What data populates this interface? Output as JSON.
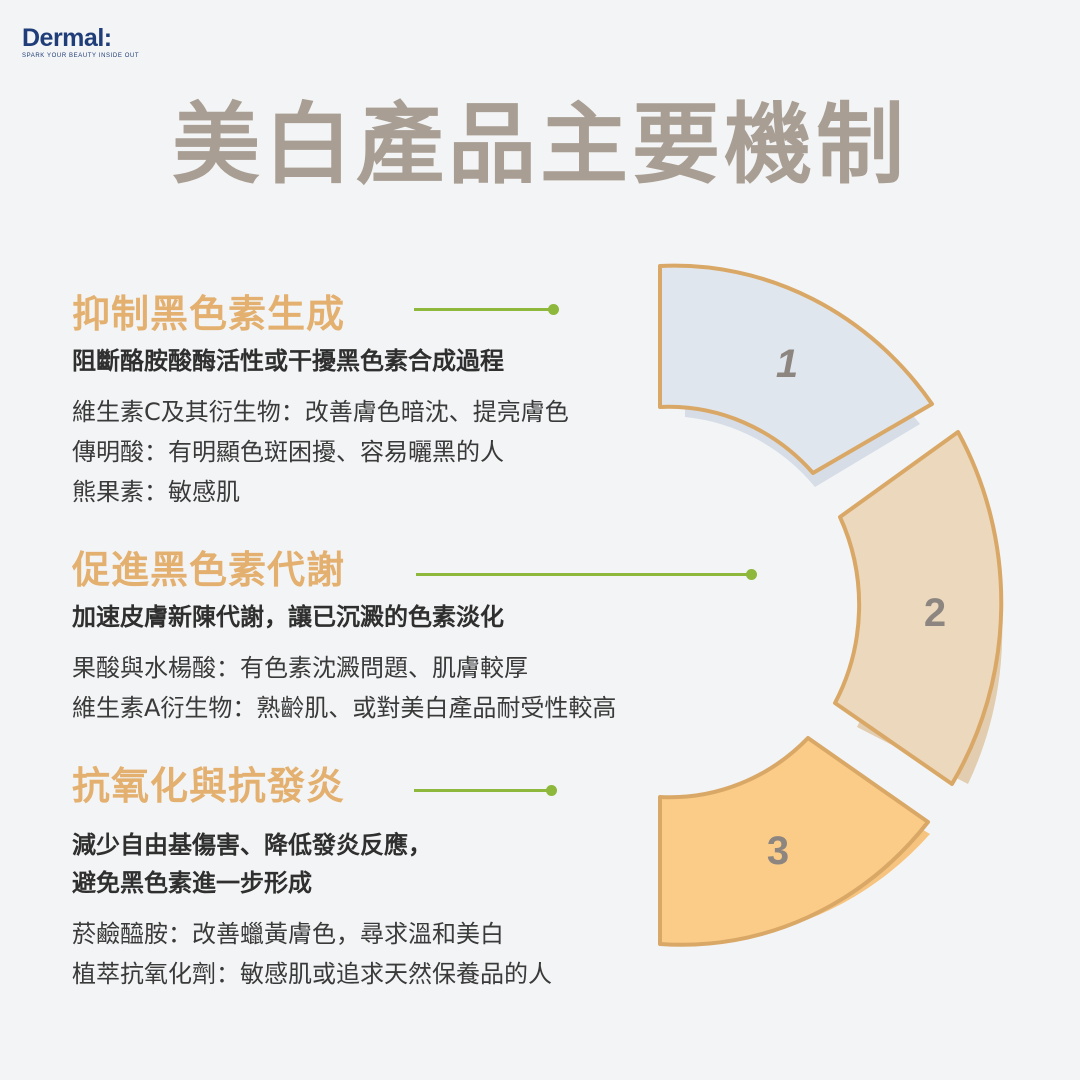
{
  "brand": {
    "name": "Dermal:",
    "tagline": "SPARK YOUR BEAUTY INSIDE OUT"
  },
  "title": "美白產品主要機制",
  "sections": [
    {
      "number": "1",
      "heading": "抑制黑色素生成",
      "subheading": [
        "阻斷酪胺酸酶活性或干擾黑色素合成過程"
      ],
      "items": [
        "維生素C及其衍生物：改善膚色暗沈、提亮膚色",
        "傳明酸：有明顯色斑困擾、容易曬黑的人",
        "熊果素：敏感肌"
      ],
      "segment_color": "#e0e6ee"
    },
    {
      "number": "2",
      "heading": "促進黑色素代謝",
      "subheading": [
        "加速皮膚新陳代謝，讓已沉澱的色素淡化"
      ],
      "items": [
        "果酸與水楊酸：有色素沈澱問題、肌膚較厚",
        "維生素A衍生物：熟齡肌、或對美白產品耐受性較高"
      ],
      "segment_color": "#ecd8bd"
    },
    {
      "number": "3",
      "heading": "抗氧化與抗發炎",
      "subheading": [
        "減少自由基傷害、降低發炎反應，",
        "避免黑色素進一步形成"
      ],
      "items": [
        "菸鹼醯胺：改善蠟黃膚色，尋求溫和美白",
        "植萃抗氧化劑：敏感肌或追求天然保養品的人"
      ],
      "segment_color": "#fbcc87"
    }
  ],
  "colors": {
    "title": "#a89e93",
    "heading": "#e3b06f",
    "connector": "#8db83b",
    "outline": "#d9a867",
    "brand": "#1f3d78"
  }
}
